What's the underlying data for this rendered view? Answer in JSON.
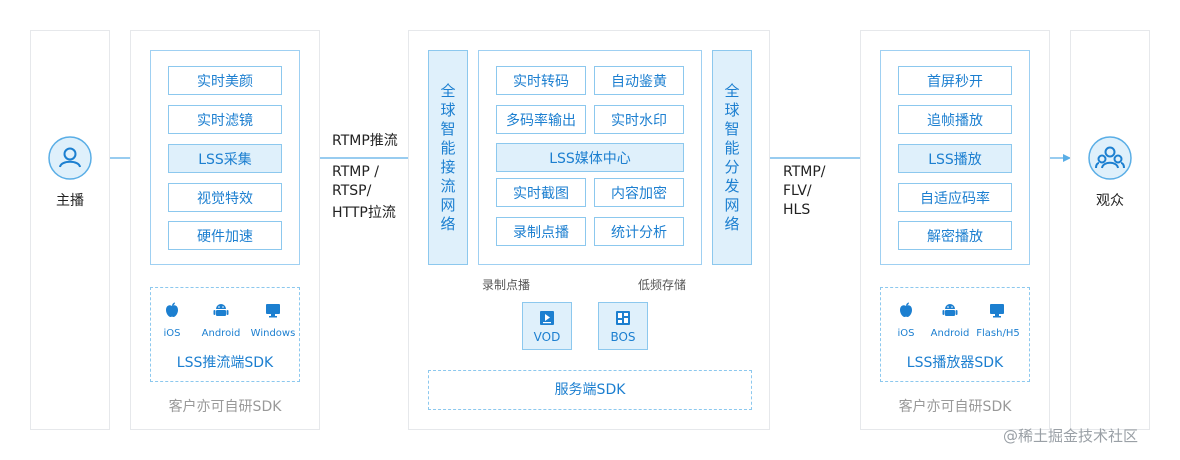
{
  "colors": {
    "accent": "#1c7fd0",
    "line": "#5aaee6",
    "chip_fill": "#dff0fb",
    "panel_border": "#e6e8eb"
  },
  "anchor": {
    "label": "主播",
    "icon": "user-icon"
  },
  "viewer": {
    "label": "观众",
    "icon": "group-icon"
  },
  "push_sdk": {
    "features": [
      "实时美颜",
      "实时滤镜",
      "LSS采集",
      "视觉特效",
      "硬件加速"
    ],
    "highlighted": "LSS采集",
    "platforms": [
      {
        "name": "iOS",
        "icon": "apple-icon"
      },
      {
        "name": "Android",
        "icon": "android-icon"
      },
      {
        "name": "Windows",
        "icon": "monitor-icon"
      }
    ],
    "sdk_name": "LSS推流端SDK",
    "footer": "客户亦可自研SDK"
  },
  "protocols_in": {
    "push": "RTMP推流",
    "pull": [
      "RTMP /",
      "RTSP/",
      "HTTP拉流"
    ]
  },
  "server": {
    "ingest_network": [
      "全",
      "球",
      "智",
      "能",
      "接",
      "流",
      "网",
      "络"
    ],
    "distribution_network": [
      "全",
      "球",
      "智",
      "能",
      "分",
      "发",
      "网",
      "络"
    ],
    "features_top": [
      "实时转码",
      "自动鉴黄",
      "多码率输出",
      "实时水印"
    ],
    "media_center": "LSS媒体中心",
    "features_bottom": [
      "实时截图",
      "内容加密",
      "录制点播",
      "统计分析"
    ],
    "record_label": "录制点播",
    "storage_label": "低频存储",
    "vod": {
      "name": "VOD",
      "icon": "video-icon"
    },
    "bos": {
      "name": "BOS",
      "icon": "grid-icon"
    },
    "sdk_name": "服务端SDK"
  },
  "protocols_out": [
    "RTMP/",
    "FLV/",
    "HLS"
  ],
  "player_sdk": {
    "features": [
      "首屏秒开",
      "追帧播放",
      "LSS播放",
      "自适应码率",
      "解密播放"
    ],
    "highlighted": "LSS播放",
    "platforms": [
      {
        "name": "iOS",
        "icon": "apple-icon"
      },
      {
        "name": "Android",
        "icon": "android-icon"
      },
      {
        "name": "Flash/H5",
        "icon": "monitor-icon"
      }
    ],
    "sdk_name": "LSS播放器SDK",
    "footer": "客户亦可自研SDK"
  },
  "watermark": "@稀土掘金技术社区"
}
